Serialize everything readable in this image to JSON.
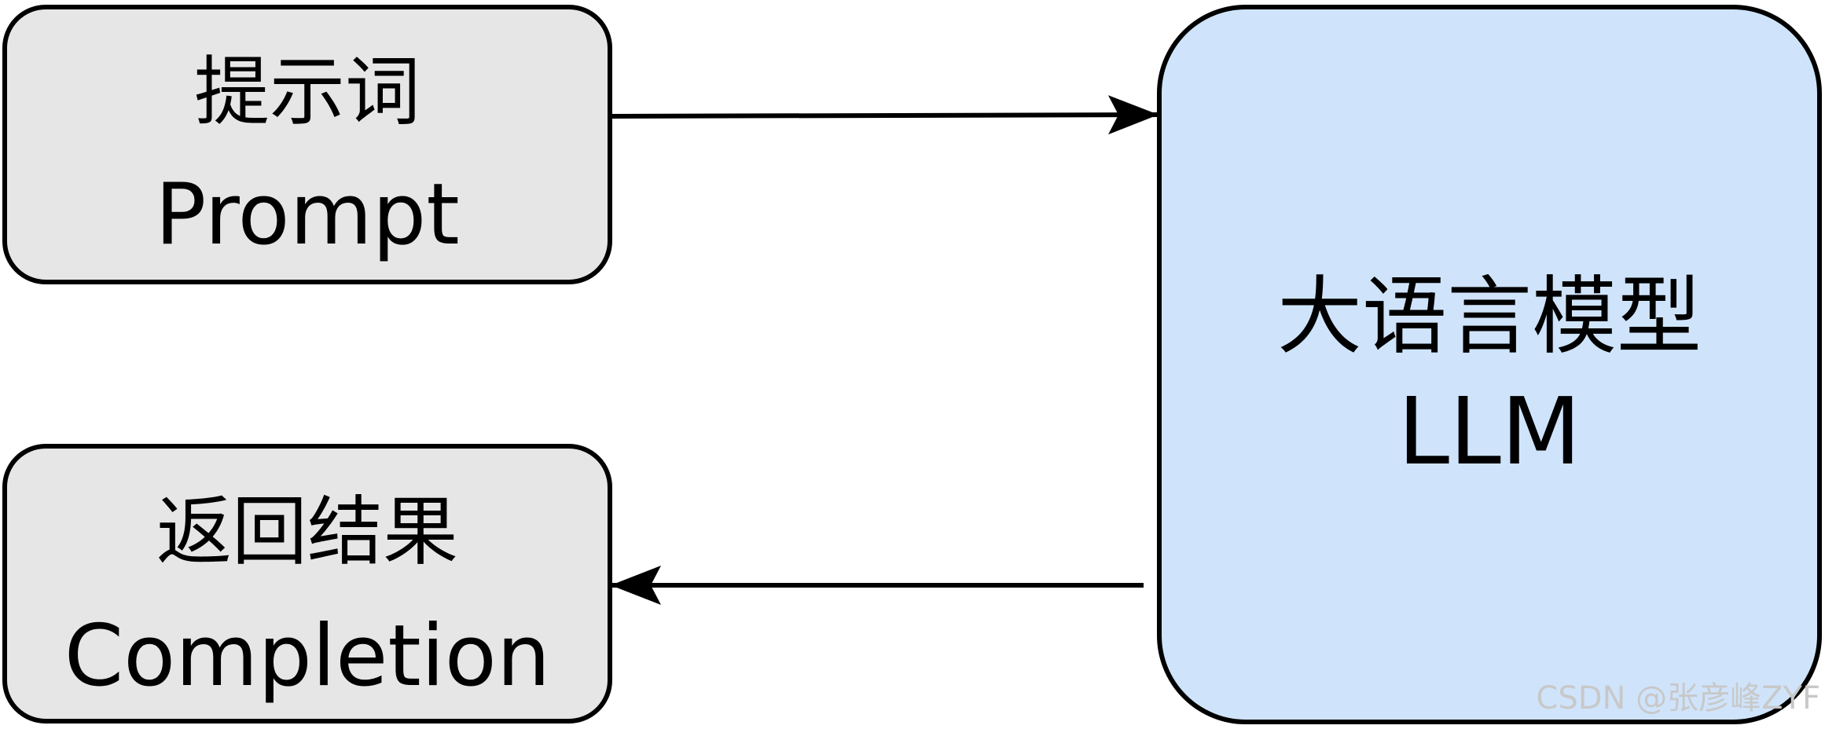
{
  "diagram": {
    "nodes": {
      "prompt": {
        "line1": "提示词",
        "line2": "Prompt"
      },
      "llm": {
        "line1": "大语言模型",
        "line2": "LLM"
      },
      "completion": {
        "line1": "返回结果",
        "line2": "Completion"
      }
    },
    "edges": [
      {
        "from": "prompt",
        "to": "llm"
      },
      {
        "from": "llm",
        "to": "completion"
      }
    ],
    "colors": {
      "gray_box_fill": "#e6e6e6",
      "llm_box_fill": "#cfe4fb",
      "stroke": "#000000"
    }
  },
  "watermark": "CSDN @张彦峰ZYF"
}
